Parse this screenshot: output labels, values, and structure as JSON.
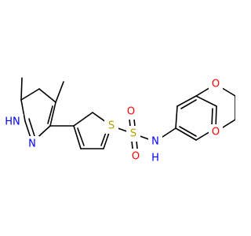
{
  "molecule": {
    "atoms": {
      "nh_pyrazole": "HN",
      "n_pyrazole": "N",
      "s_thiophene": "S",
      "s_sulfonyl": "S",
      "o_sulfonyl_top": "O",
      "o_sulfonyl_bottom": "O",
      "nh_amide": "N",
      "h_amide": "H",
      "o_dioxane_top": "O",
      "o_dioxane_bottom": "O"
    },
    "colors": {
      "bond": "#000000",
      "nitrogen": "#0000ff",
      "oxygen": "#ff0000",
      "sulfur": "#b8a000"
    }
  }
}
